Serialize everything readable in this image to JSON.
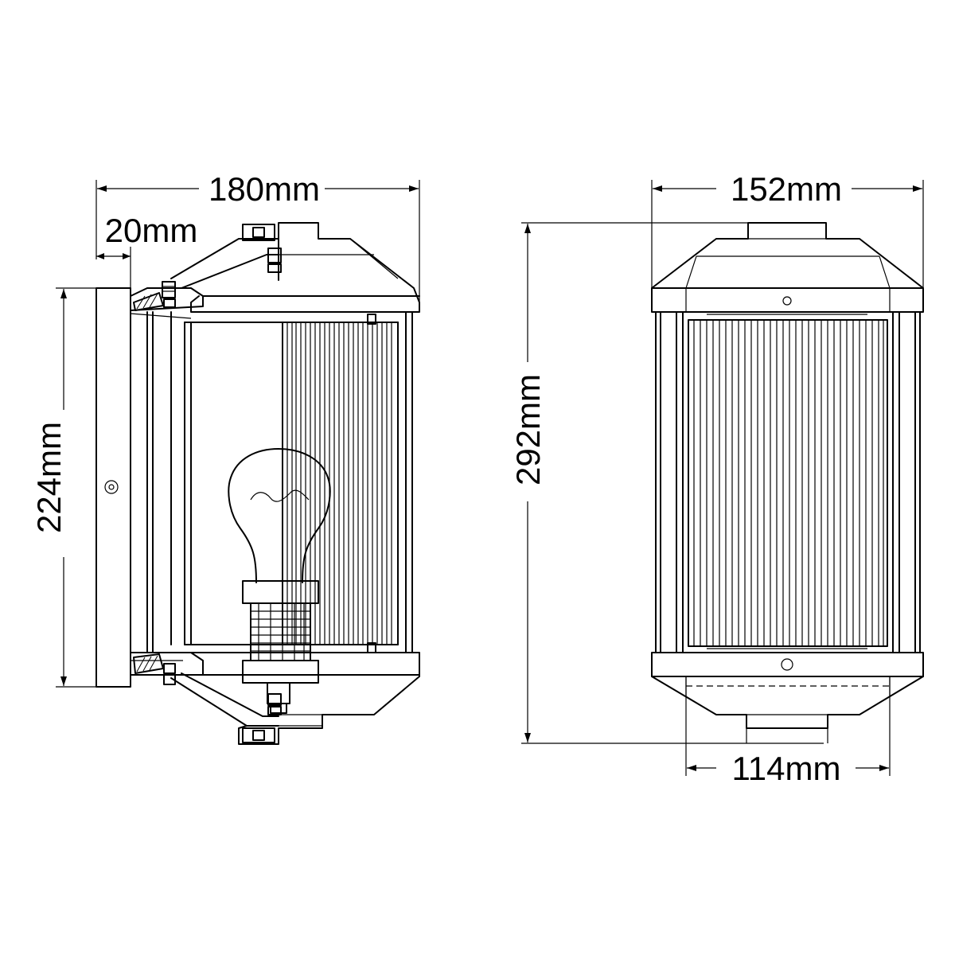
{
  "side_view": {
    "overall_depth": "180mm",
    "backplate_depth": "20mm",
    "backplate_height": "224mm"
  },
  "front_view": {
    "overall_width": "152mm",
    "overall_height": "292mm",
    "bottom_width": "114mm"
  }
}
